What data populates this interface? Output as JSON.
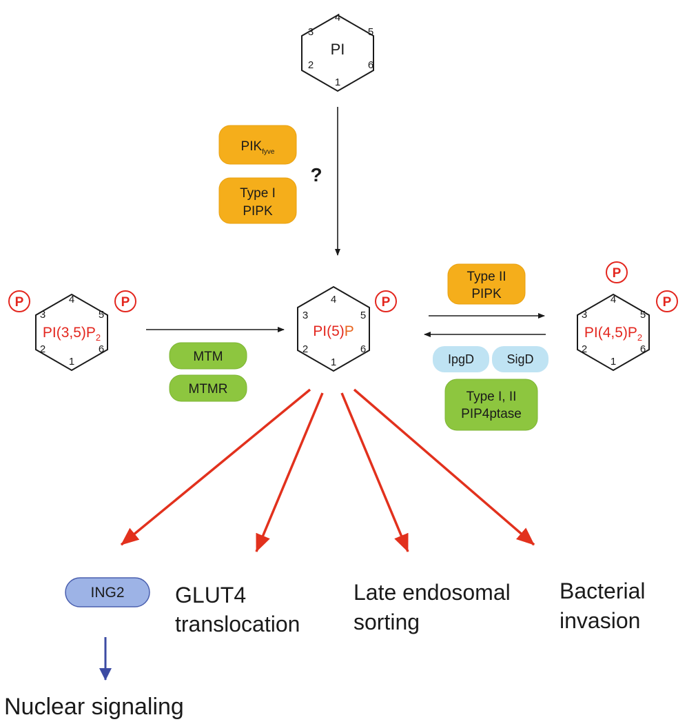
{
  "colors": {
    "enzyme_orange": "#F5AE1B",
    "enzyme_green": "#8DC63F",
    "bacterial_blue": "#BFE3F3",
    "ing2_fill": "#9DB3E6",
    "ing2_stroke": "#4A5FAE",
    "red": "#E3261E",
    "red_arrow": "#E2311D",
    "navy_arrow": "#3C4BA3",
    "black": "#1a1a1a"
  },
  "ring_numbers": [
    "1",
    "2",
    "3",
    "4",
    "5",
    "6"
  ],
  "phosphate_label": "P",
  "question_mark": "?",
  "molecules": {
    "pi": {
      "label": "PI"
    },
    "pi35p2": {
      "prefix": "PI(3,5)P",
      "subscript": "2"
    },
    "pi5p": {
      "prefix": "PI(5)",
      "suffix": "P"
    },
    "pi45p2": {
      "prefix": "PI(4,5)P",
      "subscript": "2"
    }
  },
  "enzymes": {
    "pikfyve": {
      "main": "PIK",
      "sub": "fyve"
    },
    "type1_pipk": {
      "line1": "Type I",
      "line2": "PIPK"
    },
    "type2_pipk": {
      "line1": "Type II",
      "line2": "PIPK"
    },
    "mtm": "MTM",
    "mtmr": "MTMR",
    "ipgd": "IpgD",
    "sigd": "SigD",
    "pip4ptase": {
      "line1": "Type I, II",
      "line2": "PIP4ptase"
    }
  },
  "outcomes": {
    "ing2": "ING2",
    "glut4": {
      "line1": "GLUT4",
      "line2": "translocation"
    },
    "late_endosomal": {
      "line1": "Late endosomal",
      "line2": "sorting"
    },
    "bacterial": {
      "line1": "Bacterial",
      "line2": "invasion"
    },
    "nuclear": "Nuclear signaling"
  }
}
